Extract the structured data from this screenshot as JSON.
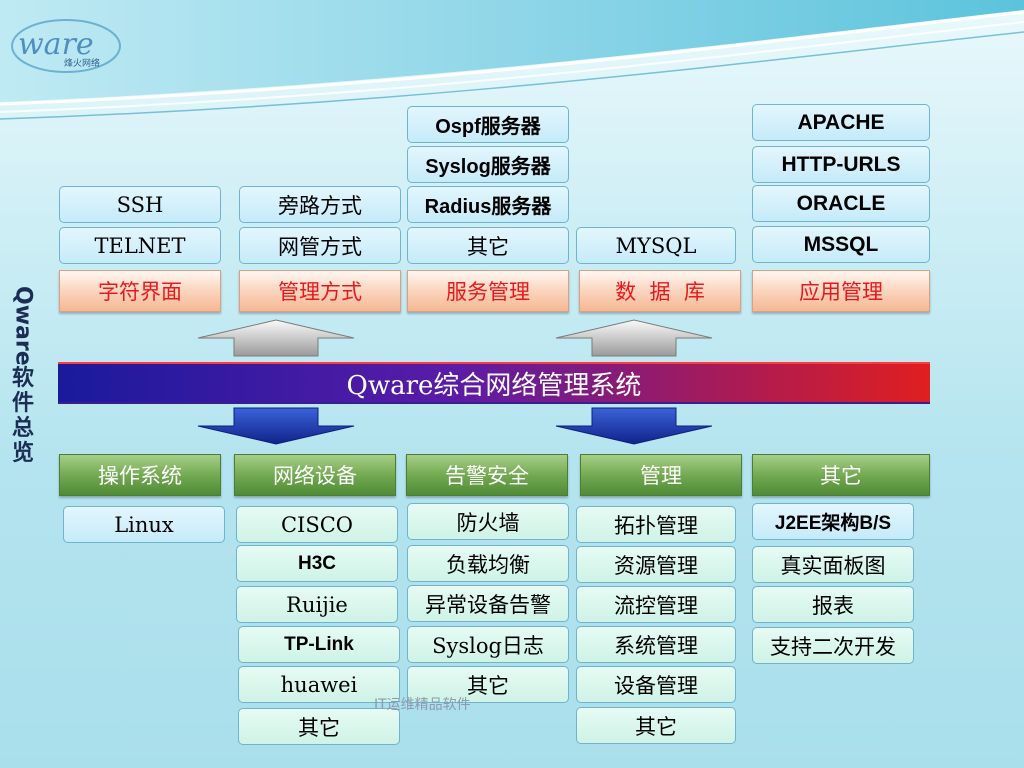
{
  "logo": {
    "text": "ware",
    "subtext": "烽火网络"
  },
  "side_title": {
    "latin": "Qware",
    "chinese": "软件总览"
  },
  "main_bar": "Qware综合网络管理系统",
  "top_columns": [
    {
      "category": "字符界面",
      "items": [
        "SSH",
        "TELNET"
      ]
    },
    {
      "category": "管理方式",
      "items": [
        "旁路方式",
        "网管方式"
      ]
    },
    {
      "category": "服务管理",
      "items": [
        "Ospf服务器",
        "Syslog服务器",
        "Radius服务器",
        "其它"
      ]
    },
    {
      "category": "数  据  库",
      "items": [
        "MYSQL"
      ]
    },
    {
      "category": "应用管理",
      "items": [
        "APACHE",
        "HTTP-URLS",
        "ORACLE",
        "MSSQL"
      ]
    }
  ],
  "bottom_columns": [
    {
      "category": "操作系统",
      "items": [
        "Linux"
      ]
    },
    {
      "category": "网络设备",
      "items": [
        "CISCO",
        "H3C",
        "Ruijie",
        "TP-Link",
        "huawei",
        "其它"
      ]
    },
    {
      "category": "告警安全",
      "items": [
        "防火墙",
        "负载均衡",
        "异常设备告警",
        "Syslog日志",
        "其它"
      ]
    },
    {
      "category": "管理",
      "items": [
        "拓扑管理",
        "资源管理",
        "流控管理",
        "系统管理",
        "设备管理",
        "其它"
      ]
    },
    {
      "category": "其它",
      "items": [
        "J2EE架构B/S",
        "真实面板图",
        "报表",
        "支持二次开发"
      ]
    }
  ],
  "footer": "IT运维精品软件",
  "colors": {
    "main_bar_start": "#1a1a9c",
    "main_bar_end": "#e01f1f",
    "category_top_text": "#e8191e",
    "category_bottom_bg": "#73aa52"
  }
}
